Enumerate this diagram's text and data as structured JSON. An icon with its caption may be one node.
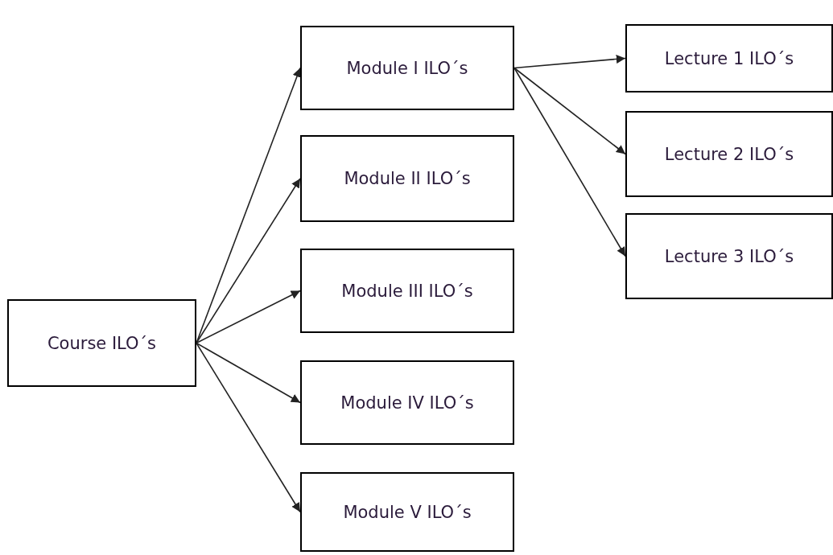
{
  "diagram": {
    "nodes": [
      {
        "text": [
          "Course ILO´s"
        ]
      },
      {
        "text": [
          "Module I ILO´s"
        ]
      },
      {
        "text": [
          "Module II ILO´s"
        ]
      },
      {
        "text": [
          "Module III ILO´s"
        ]
      },
      {
        "text": [
          "Module IV ILO´s"
        ]
      },
      {
        "text": [
          "Module V ILO´s"
        ]
      },
      {
        "text": [
          "Lecture 1 ILO´s"
        ]
      },
      {
        "text": [
          "Lecture 2 ILO´s"
        ]
      },
      {
        "text": [
          "Lecture 3 ILO´s"
        ]
      }
    ],
    "edges": [
      {
        "from": 0,
        "to": 1,
        "arrow": "to"
      },
      {
        "from": 0,
        "to": 2,
        "arrow": "to"
      },
      {
        "from": 0,
        "to": 3,
        "arrow": "to"
      },
      {
        "from": 0,
        "to": 4,
        "arrow": "to"
      },
      {
        "from": 0,
        "to": 5,
        "arrow": "to"
      },
      {
        "from": 1,
        "to": 6,
        "arrow": "to"
      },
      {
        "from": 1,
        "to": 7,
        "arrow": "to"
      },
      {
        "from": 1,
        "to": 8,
        "arrow": "to"
      }
    ]
  }
}
